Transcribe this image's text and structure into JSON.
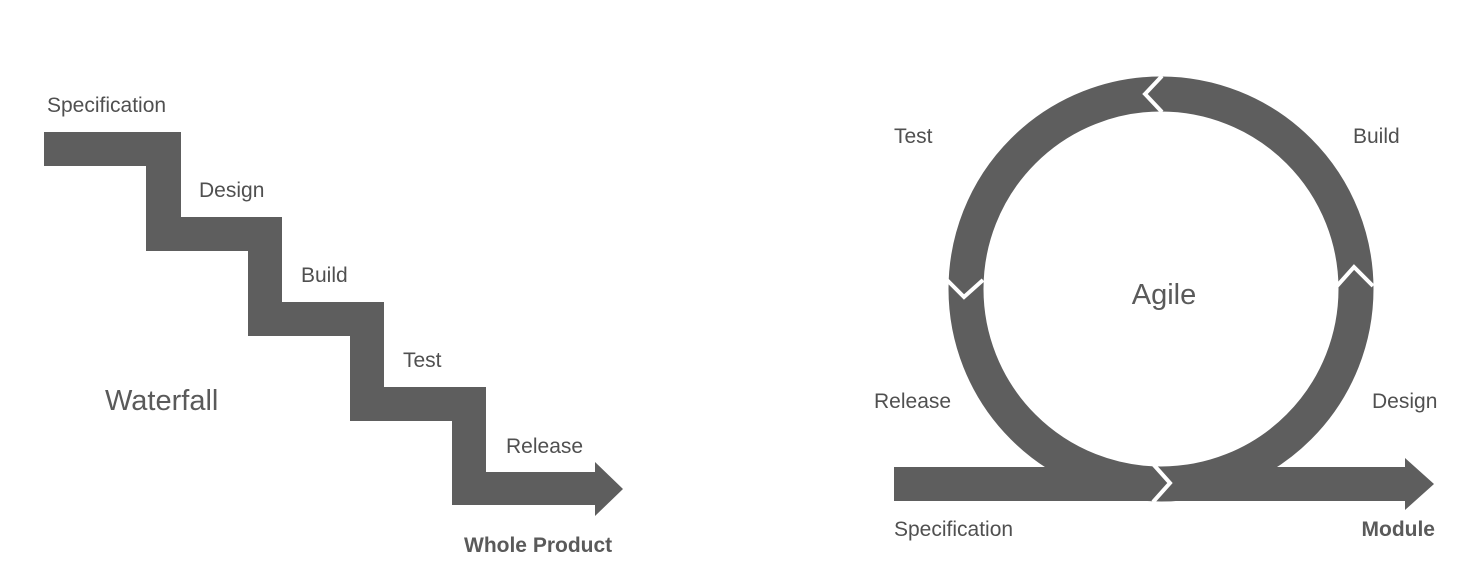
{
  "colors": {
    "shape": "#5e5e5e",
    "background": "#ffffff",
    "text": "#505050"
  },
  "waterfall": {
    "title": "Waterfall",
    "outcome": "Whole Product",
    "steps": [
      "Specification",
      "Design",
      "Build",
      "Test",
      "Release"
    ]
  },
  "agile": {
    "title": "Agile",
    "outcome": "Module",
    "start": "Specification",
    "phases": {
      "design": "Design",
      "build": "Build",
      "test": "Test",
      "release": "Release"
    }
  }
}
